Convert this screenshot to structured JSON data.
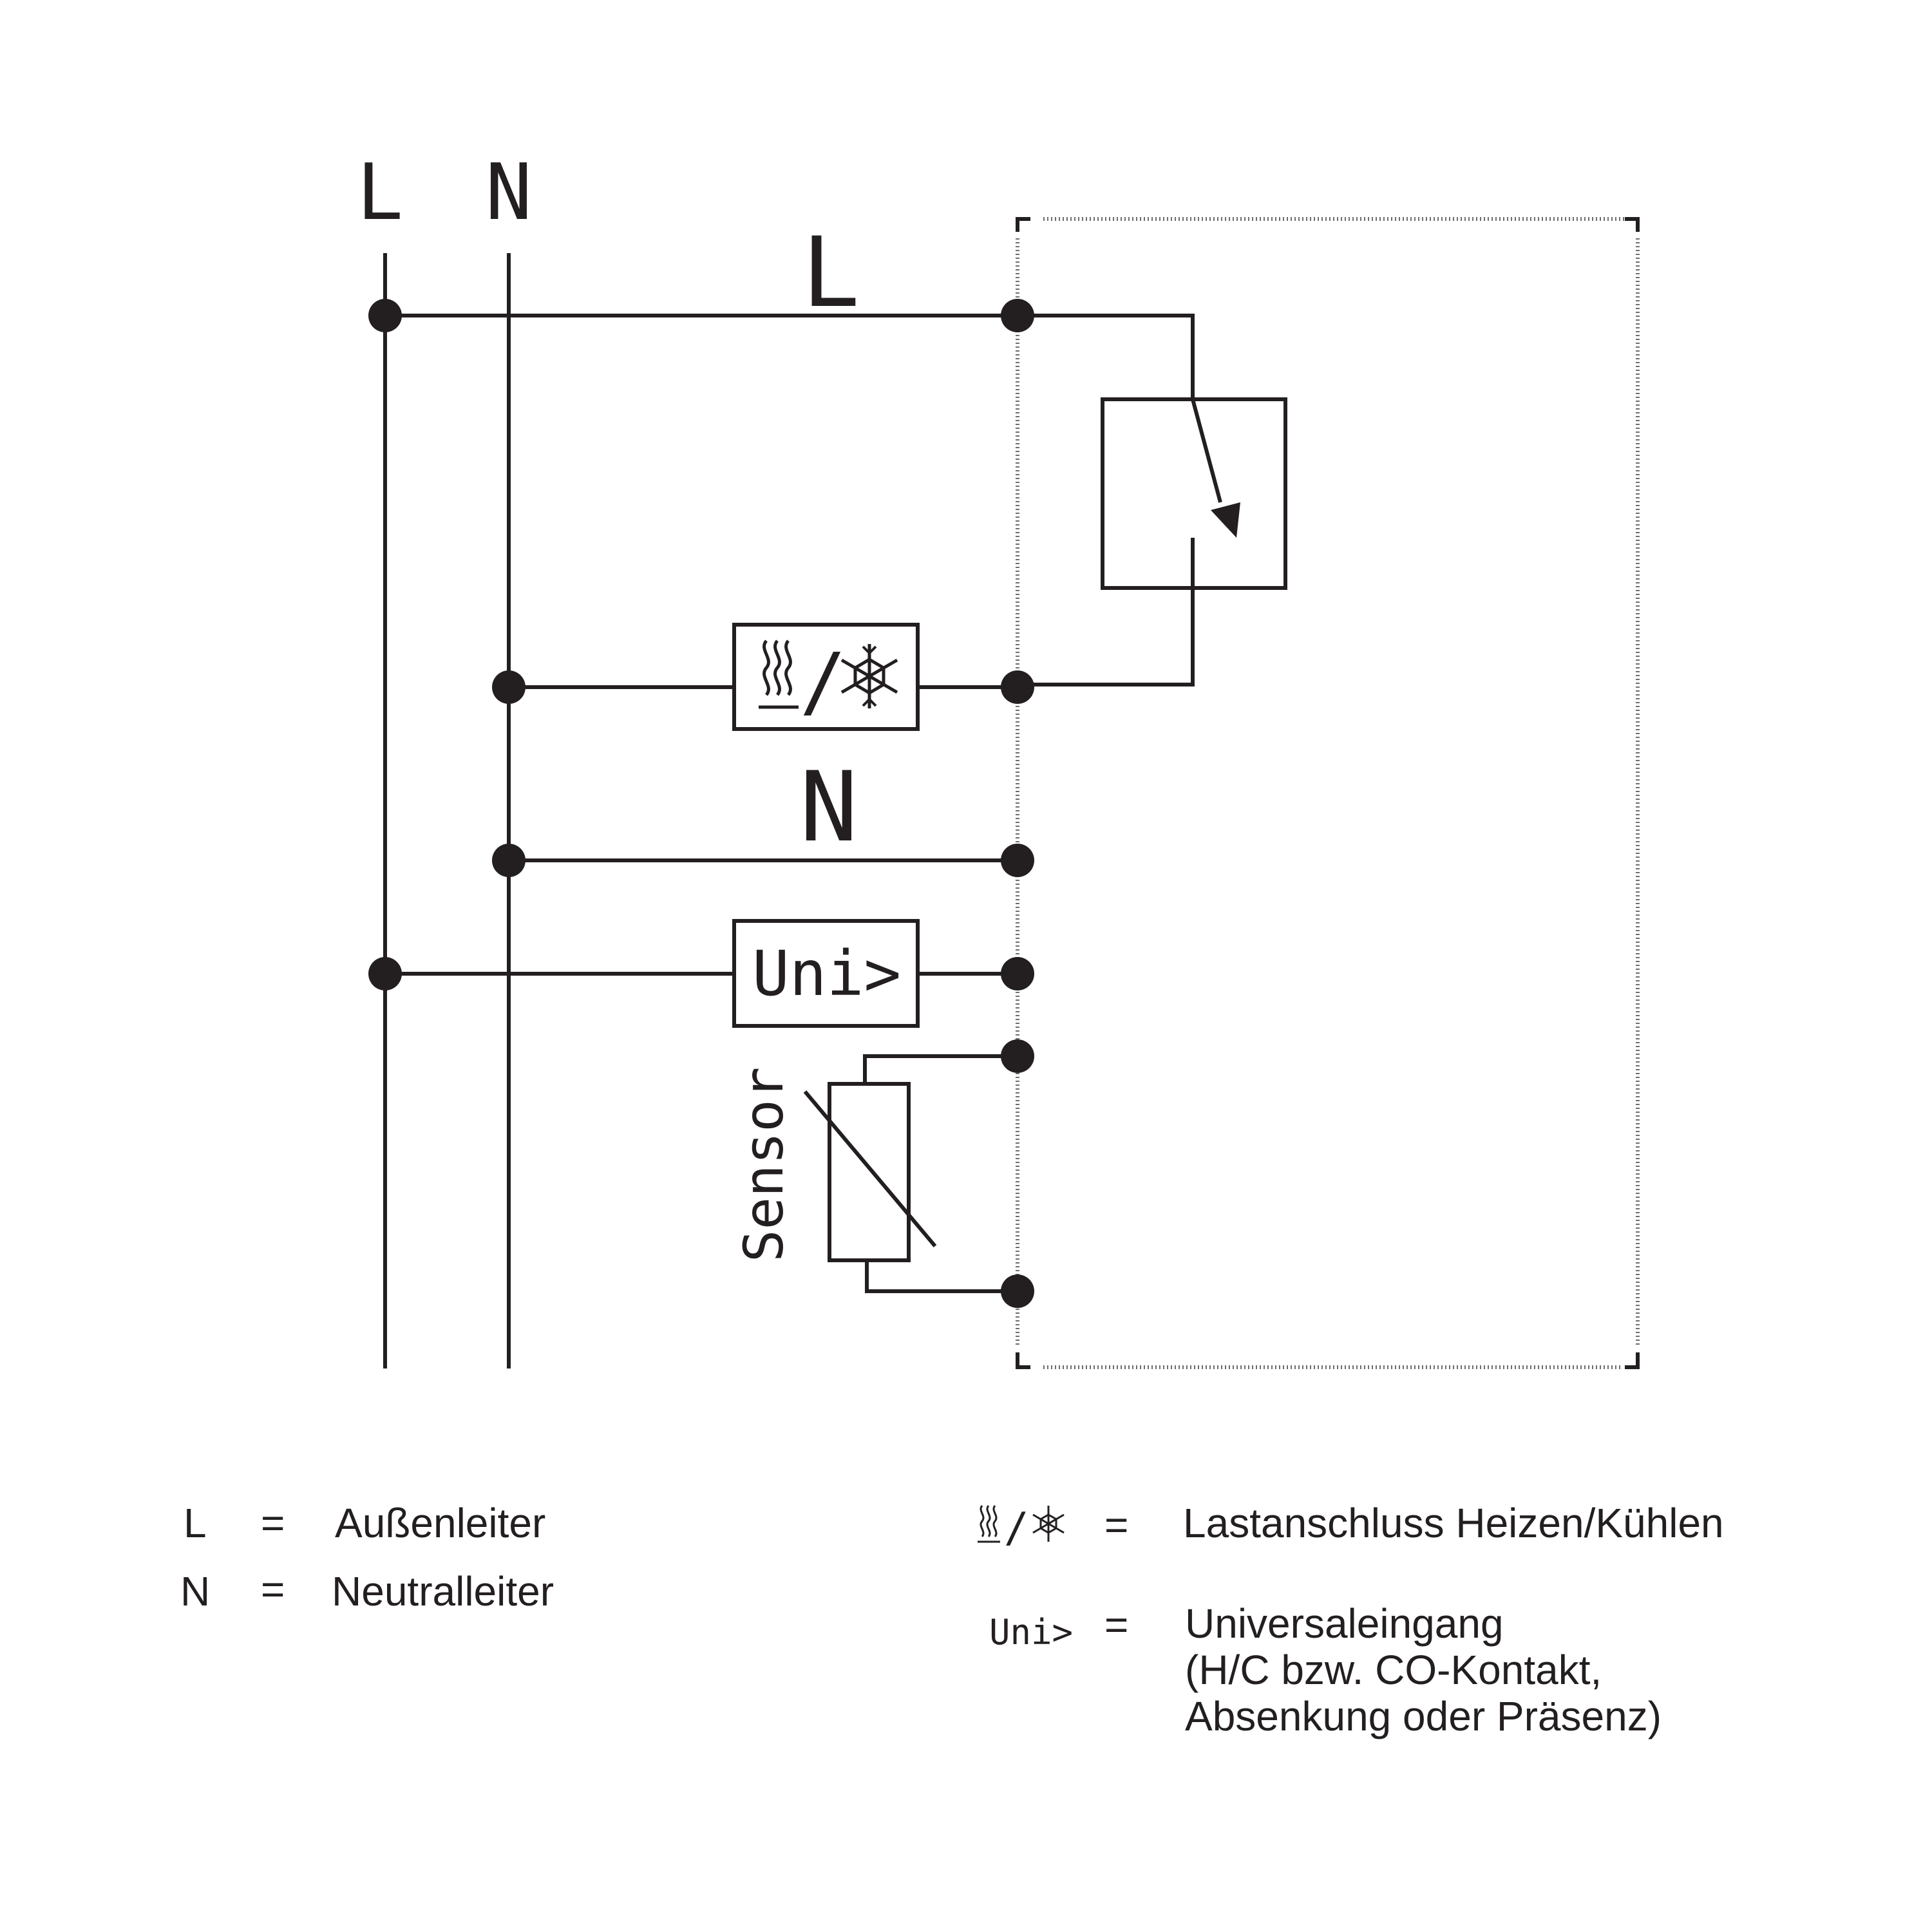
{
  "diagram": {
    "top_labels": {
      "l": "L",
      "n": "N"
    },
    "wire_labels": {
      "l": "L",
      "n": "N"
    },
    "uni_symbol": "Uni>",
    "sensor_label": "Sensor",
    "heat_cool_slash": "/"
  },
  "legend": {
    "left": [
      {
        "key": "L",
        "eq": "=",
        "desc": "Außenleiter"
      },
      {
        "key": "N",
        "eq": "=",
        "desc": "Neutralleiter"
      }
    ],
    "right_heat_cool": {
      "slash": "/",
      "eq": "=",
      "desc": "Lastanschluss Heizen/Kühlen"
    },
    "right_uni": {
      "symbol": "Uni>",
      "eq": "=",
      "lines": [
        "Universaleingang",
        "(H/C bzw. CO-Kontakt,",
        "Absenkung oder Präsenz)"
      ]
    }
  }
}
